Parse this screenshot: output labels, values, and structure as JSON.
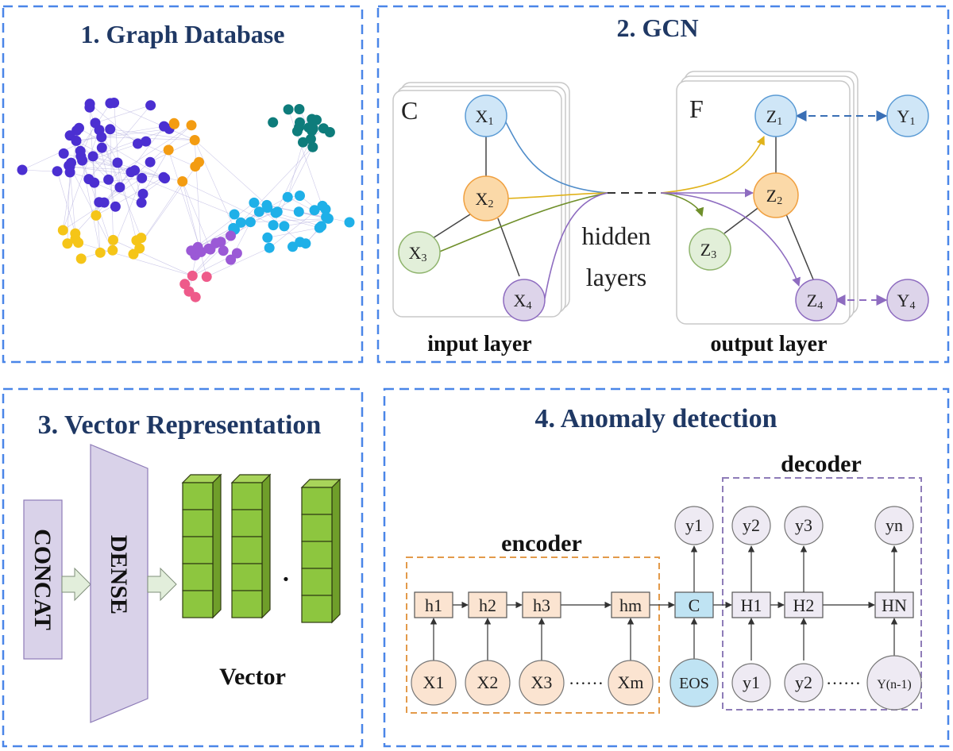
{
  "panels": {
    "graph_db": {
      "title": "1. Graph Database"
    },
    "gcn": {
      "title": "2. GCN",
      "input_stack_label": "C",
      "output_stack_label": "F",
      "input_layer_label": "input layer",
      "output_layer_label": "output layer",
      "hidden_label_1": "hidden",
      "hidden_label_2": "layers",
      "inputs": [
        {
          "base": "X",
          "sub": "1"
        },
        {
          "base": "X",
          "sub": "2"
        },
        {
          "base": "X",
          "sub": "3"
        },
        {
          "base": "X",
          "sub": "4"
        }
      ],
      "outputs": [
        {
          "base": "Z",
          "sub": "1"
        },
        {
          "base": "Z",
          "sub": "2"
        },
        {
          "base": "Z",
          "sub": "3"
        },
        {
          "base": "Z",
          "sub": "4"
        }
      ],
      "targets": [
        {
          "base": "Y",
          "sub": "1"
        },
        {
          "base": "Y",
          "sub": "4"
        }
      ]
    },
    "vector": {
      "title": "3. Vector Representation",
      "concat_label": "CONCAT",
      "dense_label": "DENSE",
      "dot_label": "·",
      "vector_label": "Vector"
    },
    "anomaly": {
      "title": "4. Anomaly detection",
      "encoder_label": "encoder",
      "decoder_label": "decoder",
      "encoder_hidden": [
        "h1",
        "h2",
        "h3",
        "hm"
      ],
      "encoder_inputs": [
        "X1",
        "X2",
        "X3",
        "Xm"
      ],
      "context": "C",
      "eos": "EOS",
      "decoder_hidden": [
        "H1",
        "H2",
        "HN"
      ],
      "decoder_outputs": [
        "y1",
        "y2",
        "y3",
        "yn"
      ],
      "decoder_inputs": [
        "y1",
        "y2",
        "Y(n-1)"
      ],
      "ellipsis": "……"
    }
  },
  "colors": {
    "panel_border": "#4a86e8",
    "title": "#1f3864",
    "node_blue": "#cfe6f7",
    "node_orange": "#fbd9a8",
    "node_green": "#e2efd9",
    "node_purple": "#ddd4ea",
    "community_purple": "#4b2fd1",
    "community_orange": "#f39c12",
    "community_teal": "#0e7c7b",
    "community_yellow": "#f5c518",
    "community_cyan": "#1fb0e8",
    "community_violet": "#9b59d6",
    "community_pink": "#ee5a8a",
    "vector_green": "#8dc63f",
    "dense_fill": "#d9d2e9"
  }
}
